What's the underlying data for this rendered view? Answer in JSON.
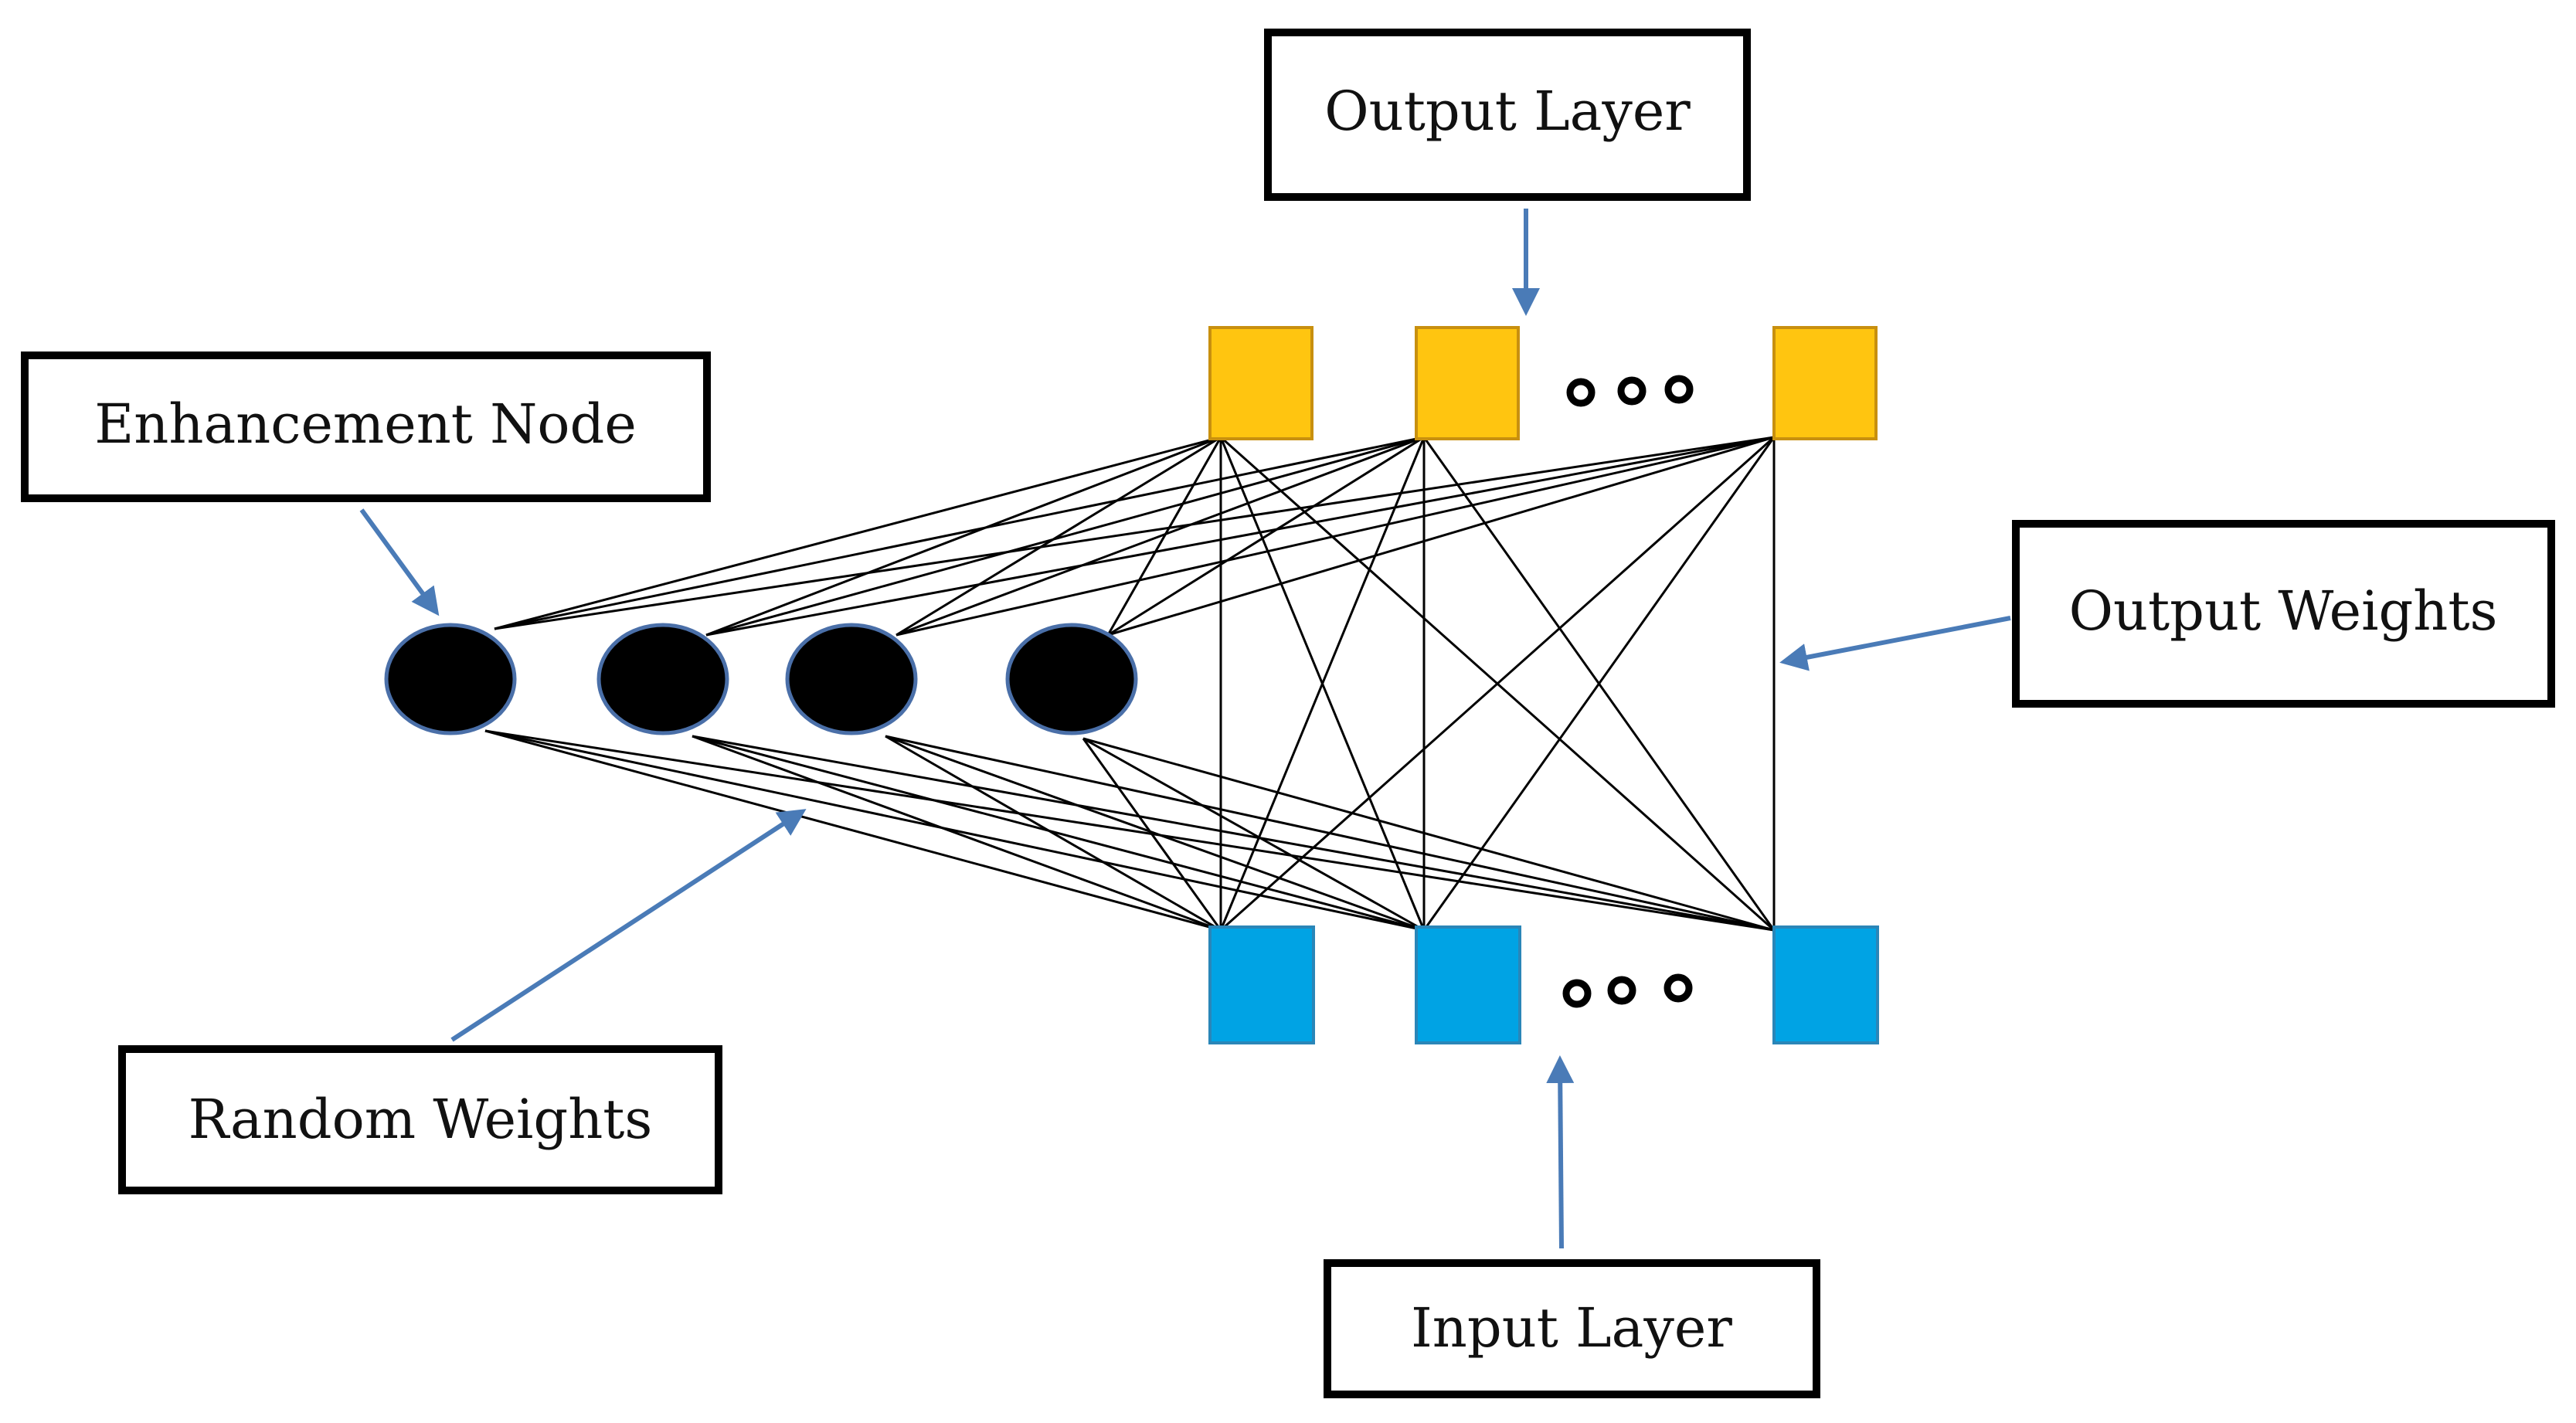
{
  "labels": {
    "output_layer": "Output Layer",
    "enhancement_node": "Enhancement Node",
    "output_weights": "Output Weights",
    "random_weights": "Random Weights",
    "input_layer": "Input Layer"
  },
  "colors": {
    "output_node_fill": "#FFC510",
    "output_node_stroke": "#C8900F",
    "input_node_fill": "#00A3E4",
    "input_node_stroke": "#2A86B8",
    "enhancement_node_fill": "#000000",
    "enhancement_node_stroke": "#4A6FA8",
    "arrow_color": "#4A7BB7"
  }
}
